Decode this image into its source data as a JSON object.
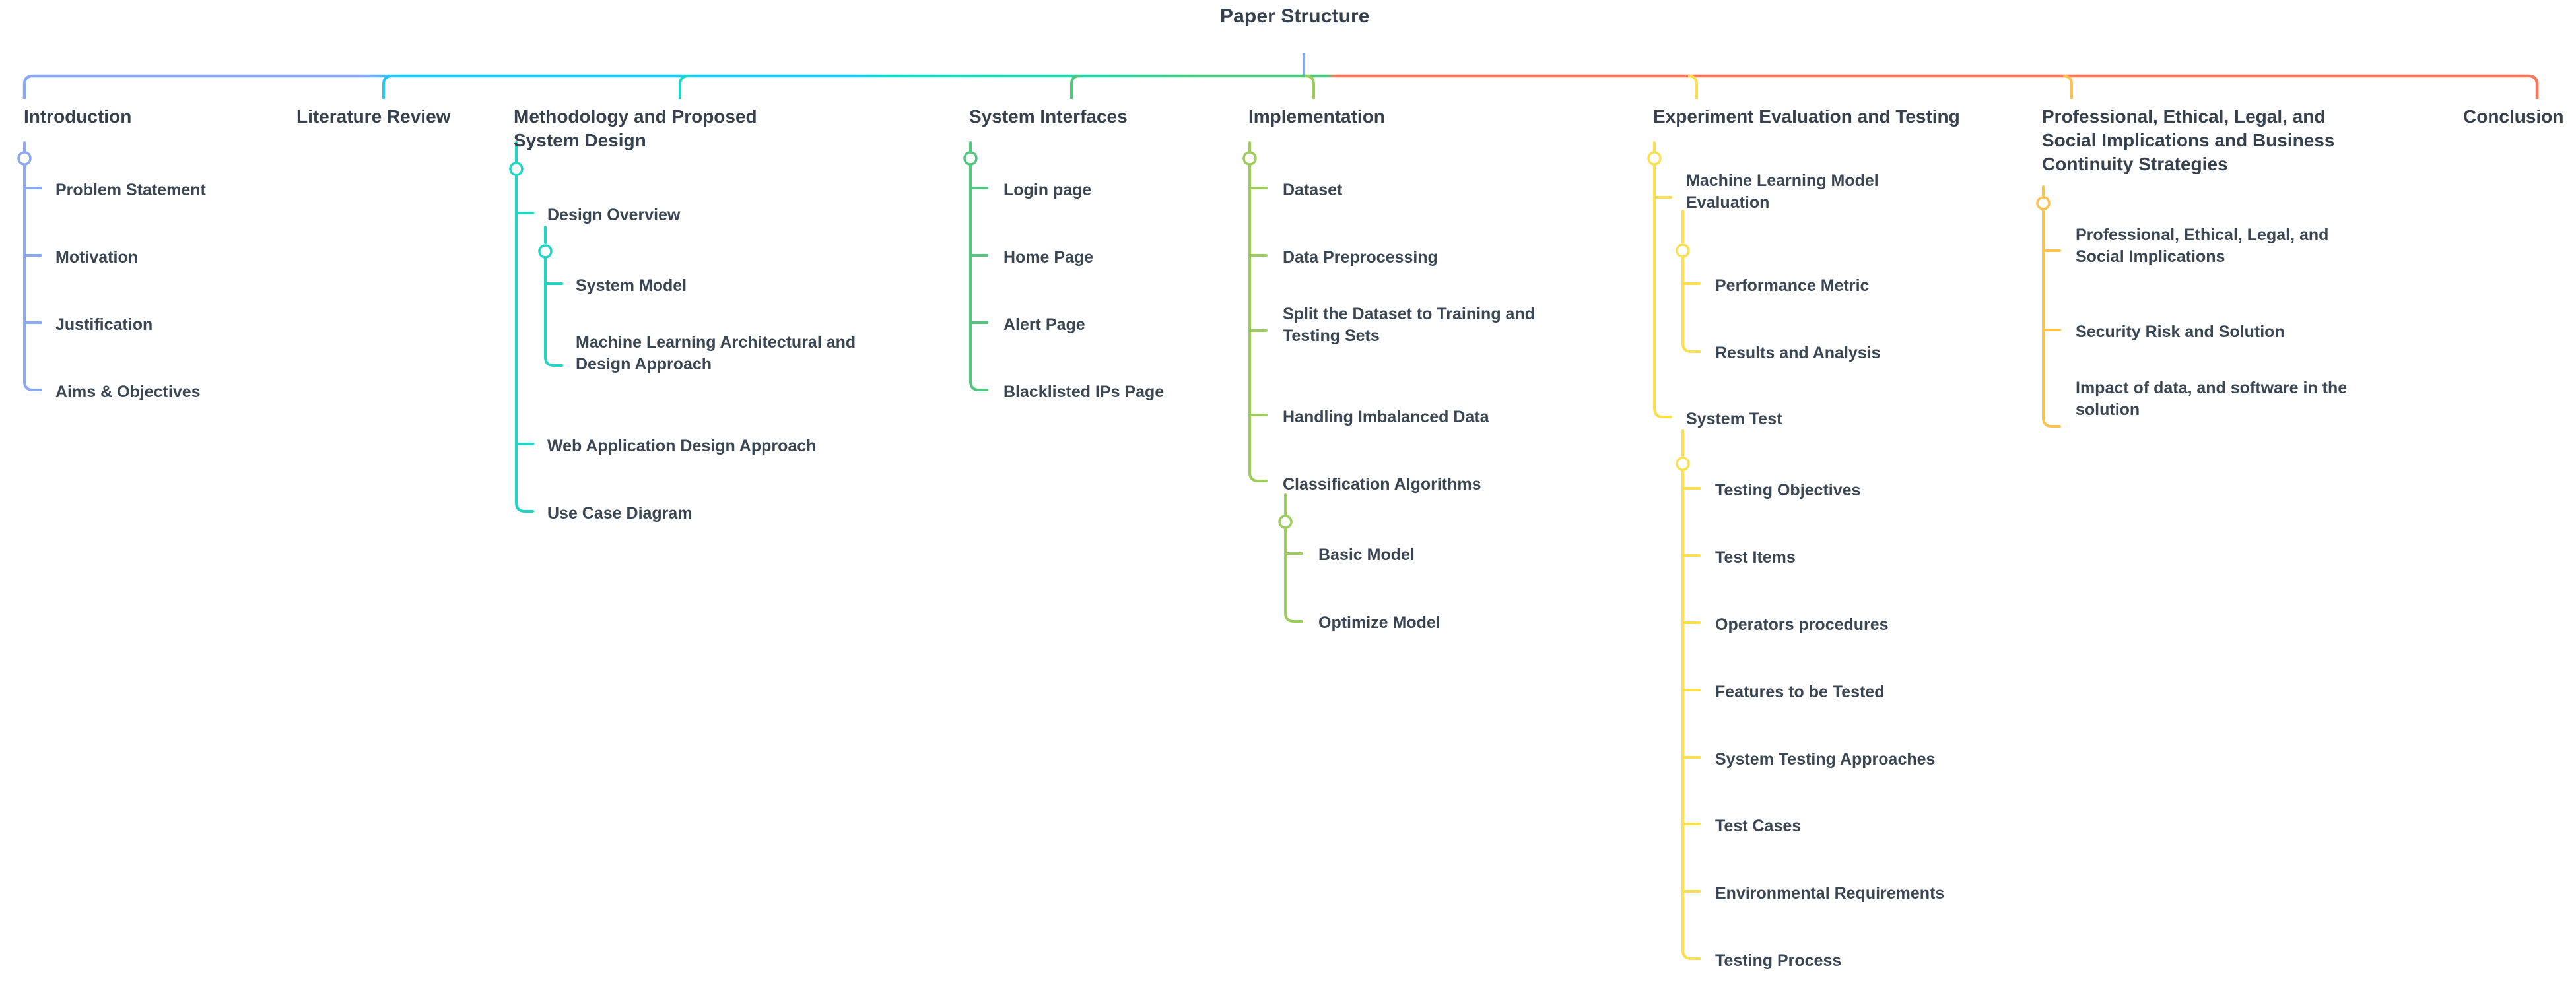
{
  "diagram": {
    "type": "mind-map",
    "orientation": "horizontal-root-top",
    "title": "Paper Structure",
    "background": "#ffffff",
    "spine_gradient": [
      "#8ba8f5",
      "#22c8f0",
      "#1fd6c4",
      "#52c57e",
      "#9ccd5a",
      "#fcdf4f",
      "#fbc34e",
      "#f9775b"
    ]
  },
  "branches": [
    {
      "id": "introduction",
      "label": "Introduction",
      "color": "#8ba8f5",
      "children": [
        {
          "label": "Problem Statement"
        },
        {
          "label": "Motivation"
        },
        {
          "label": "Justification"
        },
        {
          "label": "Aims & Objectives"
        }
      ]
    },
    {
      "id": "literature-review",
      "label": "Literature Review",
      "color": "#22c8f0",
      "children": []
    },
    {
      "id": "methodology",
      "label": "Methodology and Proposed System Design",
      "label_line1": "Methodology and Proposed",
      "label_line2": "System Design",
      "color": "#1fd6c4",
      "children": [
        {
          "label": "Design Overview",
          "children": [
            {
              "label": "System Model"
            },
            {
              "label": "Machine Learning Architectural and Design Approach",
              "line1": "Machine Learning Architectural and",
              "line2": "Design Approach"
            }
          ]
        },
        {
          "label": "Web Application Design Approach"
        },
        {
          "label": "Use Case Diagram"
        }
      ]
    },
    {
      "id": "system-interfaces",
      "label": "System Interfaces",
      "color": "#52c57e",
      "children": [
        {
          "label": "Login page"
        },
        {
          "label": "Home Page"
        },
        {
          "label": "Alert Page"
        },
        {
          "label": "Blacklisted IPs Page"
        }
      ]
    },
    {
      "id": "implementation",
      "label": "Implementation",
      "color": "#9ccd5a",
      "children": [
        {
          "label": "Dataset"
        },
        {
          "label": "Data Preprocessing"
        },
        {
          "label": "Split the Dataset to Training and Testing Sets",
          "line1": "Split the Dataset to Training and",
          "line2": "Testing Sets"
        },
        {
          "label": "Handling Imbalanced Data"
        },
        {
          "label": "Classification Algorithms",
          "children": [
            {
              "label": "Basic Model"
            },
            {
              "label": "Optimize Model"
            }
          ]
        }
      ]
    },
    {
      "id": "experiment-evaluation-and-testing",
      "label": "Experiment Evaluation and Testing",
      "color": "#fcdf4f",
      "children": [
        {
          "label": "Machine Learning Model Evaluation",
          "line1": "Machine Learning Model",
          "line2": "Evaluation",
          "children": [
            {
              "label": "Performance Metric"
            },
            {
              "label": "Results and Analysis"
            }
          ]
        },
        {
          "label": "System Test",
          "children": [
            {
              "label": "Testing Objectives"
            },
            {
              "label": "Test Items"
            },
            {
              "label": "Operators procedures"
            },
            {
              "label": "Features to be Tested"
            },
            {
              "label": "System Testing Approaches"
            },
            {
              "label": "Test Cases"
            },
            {
              "label": "Environmental Requirements"
            },
            {
              "label": "Testing Process"
            }
          ]
        }
      ]
    },
    {
      "id": "professional-ethical-legal",
      "label": "Professional, Ethical, Legal, and Social Implications and Business Continuity Strategies",
      "label_line1": "Professional, Ethical, Legal, and",
      "label_line2": "Social Implications and Business",
      "label_line3": "Continuity Strategies",
      "color": "#fbc34e",
      "children": [
        {
          "label": "Professional, Ethical, Legal, and Social Implications",
          "line1": "Professional, Ethical, Legal, and",
          "line2": "Social Implications"
        },
        {
          "label": "Security Risk and Solution"
        },
        {
          "label": "Impact of data, and software in the solution",
          "line1": "Impact of data, and software in the",
          "line2": "solution"
        }
      ]
    },
    {
      "id": "conclusion",
      "label": "Conclusion",
      "color": "#f9775b",
      "children": []
    }
  ]
}
